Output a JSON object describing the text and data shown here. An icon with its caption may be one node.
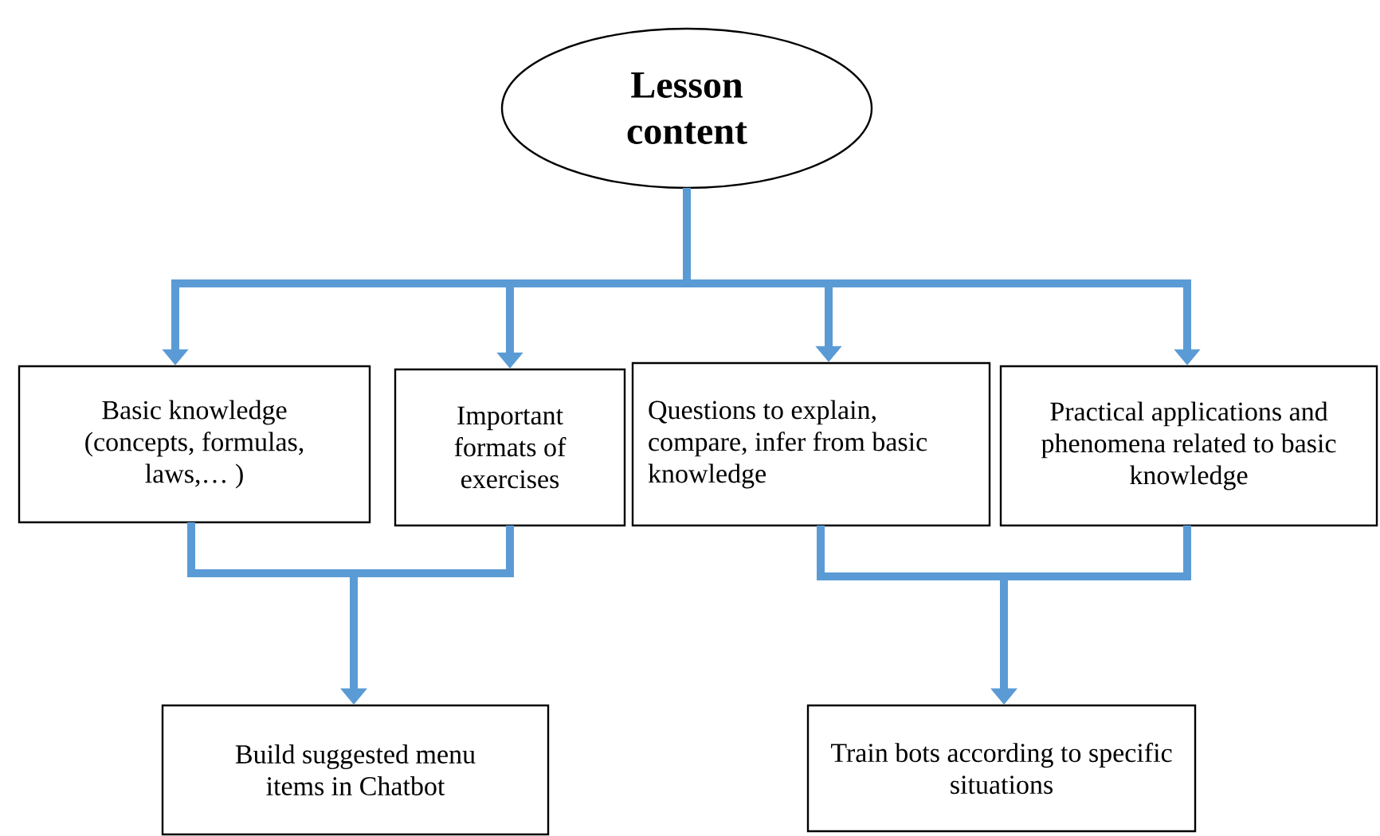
{
  "diagram": {
    "nodes": [
      {
        "text": [
          "Lesson content"
        ]
      },
      {
        "text": [
          "Basic knowledge (concepts, formulas, laws,… )"
        ]
      },
      {
        "text": [
          "Important formats of exercises"
        ]
      },
      {
        "text": [
          "Questions to explain, compare, infer from basic knowledge"
        ]
      },
      {
        "text": [
          "Practical applications and phenomena related to basic knowledge"
        ]
      },
      {
        "text": [
          "Build suggested menu items in Chatbot"
        ]
      },
      {
        "text": [
          "Train bots according to specific situations"
        ]
      }
    ],
    "edges": [
      {
        "from": 0,
        "to": 1,
        "arrow": "to"
      },
      {
        "from": 0,
        "to": 2,
        "arrow": "to"
      },
      {
        "from": 0,
        "to": 3,
        "arrow": "to"
      },
      {
        "from": 0,
        "to": 4,
        "arrow": "to"
      },
      {
        "from": 1,
        "to": 5,
        "arrow": "to"
      },
      {
        "from": 2,
        "to": 5,
        "arrow": "to"
      },
      {
        "from": 3,
        "to": 6,
        "arrow": "to"
      },
      {
        "from": 4,
        "to": 6,
        "arrow": "to"
      }
    ]
  }
}
